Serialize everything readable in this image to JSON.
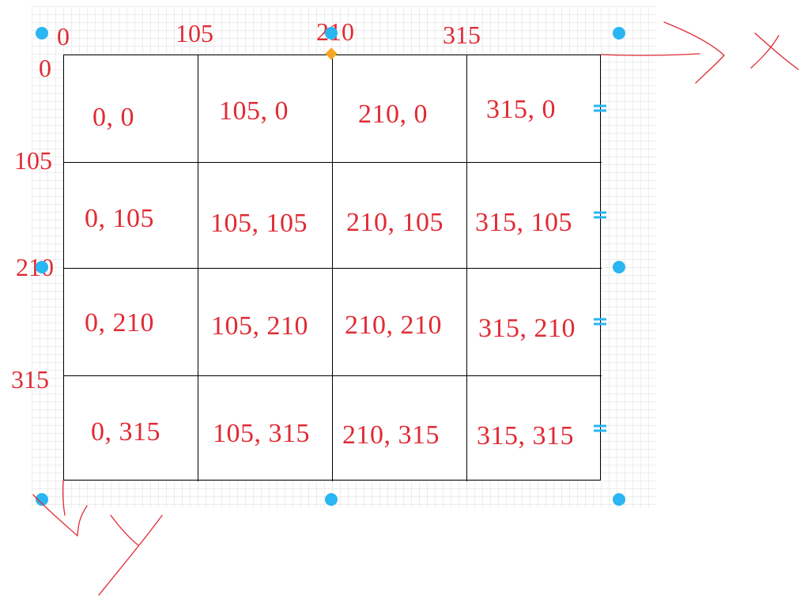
{
  "canvas": {
    "top_axis_labels": [
      "0",
      "105",
      "210",
      "315"
    ],
    "left_axis_labels": [
      "0",
      "105",
      "210",
      "315"
    ]
  },
  "table": {
    "rows": [
      [
        "0, 0",
        "105, 0",
        "210, 0",
        "315, 0"
      ],
      [
        "0, 105",
        "105, 105",
        "210, 105",
        "315, 105"
      ],
      [
        "0, 210",
        "105, 210",
        "210, 210",
        "315, 210"
      ],
      [
        "0, 315",
        "105, 315",
        "210, 315",
        "315, 315"
      ]
    ]
  },
  "annotations": {
    "x_axis_icon": "handwritten-x-arrow",
    "y_axis_icon": "handwritten-y-arrow"
  },
  "colors": {
    "label_red": "#e02a34",
    "selection_blue": "#29b6f2",
    "rotate_orange": "#f5a623"
  }
}
